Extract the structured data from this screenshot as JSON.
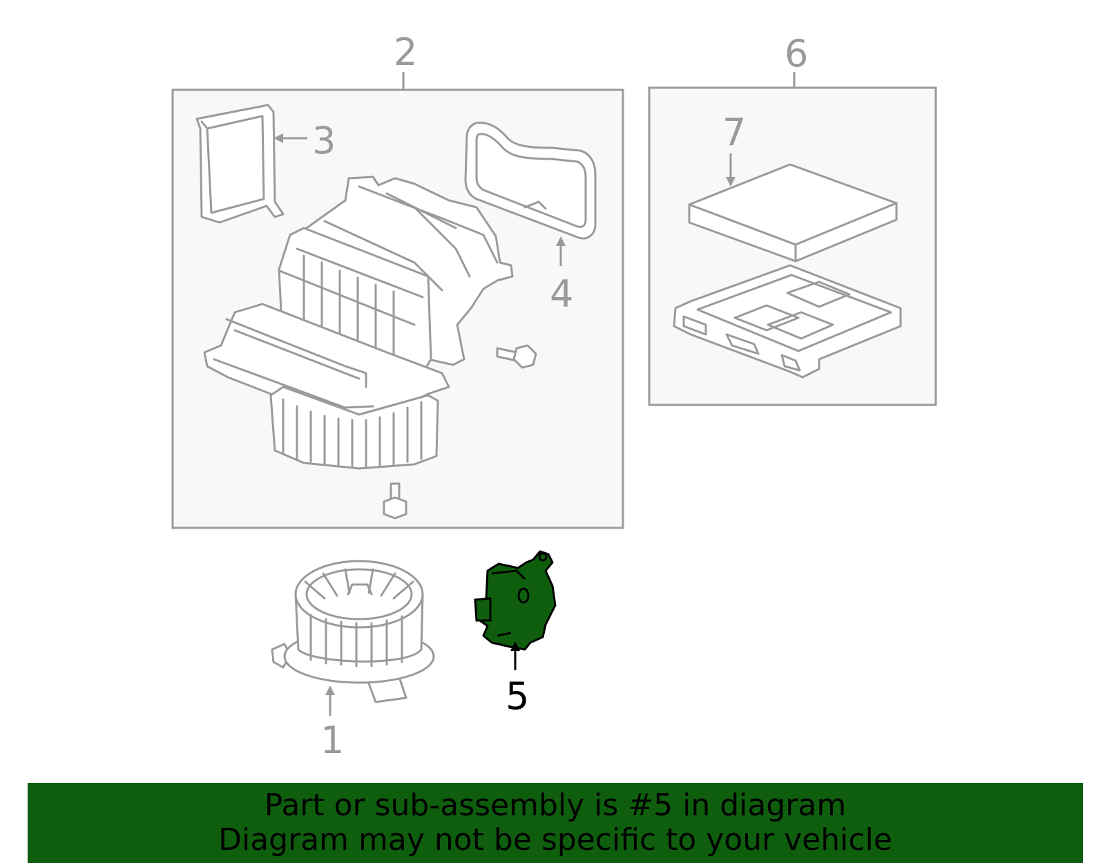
{
  "callouts": {
    "c1": "1",
    "c2": "2",
    "c3": "3",
    "c4": "4",
    "c5": "5",
    "c6": "6",
    "c7": "7"
  },
  "highlighted_part": "5",
  "colors": {
    "line": "#9a9a9a",
    "highlight": "#0e5e0e",
    "banner": "#0e5e0e",
    "box_fill": "#f8f8f8"
  },
  "banner": {
    "line1": "Part or sub-assembly is #5 in diagram",
    "line2": "Diagram may not be specific to your vehicle"
  }
}
